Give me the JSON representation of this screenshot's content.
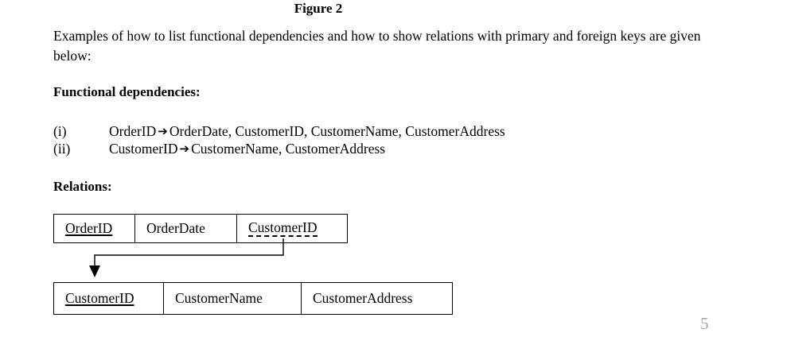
{
  "figure": {
    "title": "Figure 2"
  },
  "intro": {
    "text": "Examples of how to list functional dependencies and how to show relations with primary and foreign keys are given below:"
  },
  "sections": {
    "functional_dependencies_heading": "Functional dependencies:",
    "relations_heading": "Relations:"
  },
  "functional_dependencies": [
    {
      "label": "(i)",
      "determinant": "OrderID",
      "arrow": "➔",
      "dependents": "OrderDate, CustomerID, CustomerName, CustomerAddress"
    },
    {
      "label": "(ii)",
      "determinant": "CustomerID",
      "arrow": "➔",
      "dependents": "CustomerName, CustomerAddress"
    }
  ],
  "relations": [
    {
      "name": "orders-relation",
      "columns": [
        {
          "label": "OrderID",
          "key": "primary"
        },
        {
          "label": "OrderDate",
          "key": "none"
        },
        {
          "label": "CustomerID",
          "key": "foreign"
        }
      ]
    },
    {
      "name": "customers-relation",
      "columns": [
        {
          "label": "CustomerID",
          "key": "primary"
        },
        {
          "label": "CustomerName",
          "key": "none"
        },
        {
          "label": "CustomerAddress",
          "key": "none"
        }
      ]
    }
  ],
  "connector": {
    "from": "orders.CustomerID",
    "to": "customers.CustomerID",
    "style": "elbow-arrow",
    "color": "#000000"
  },
  "footer": {
    "page_number": "5"
  }
}
